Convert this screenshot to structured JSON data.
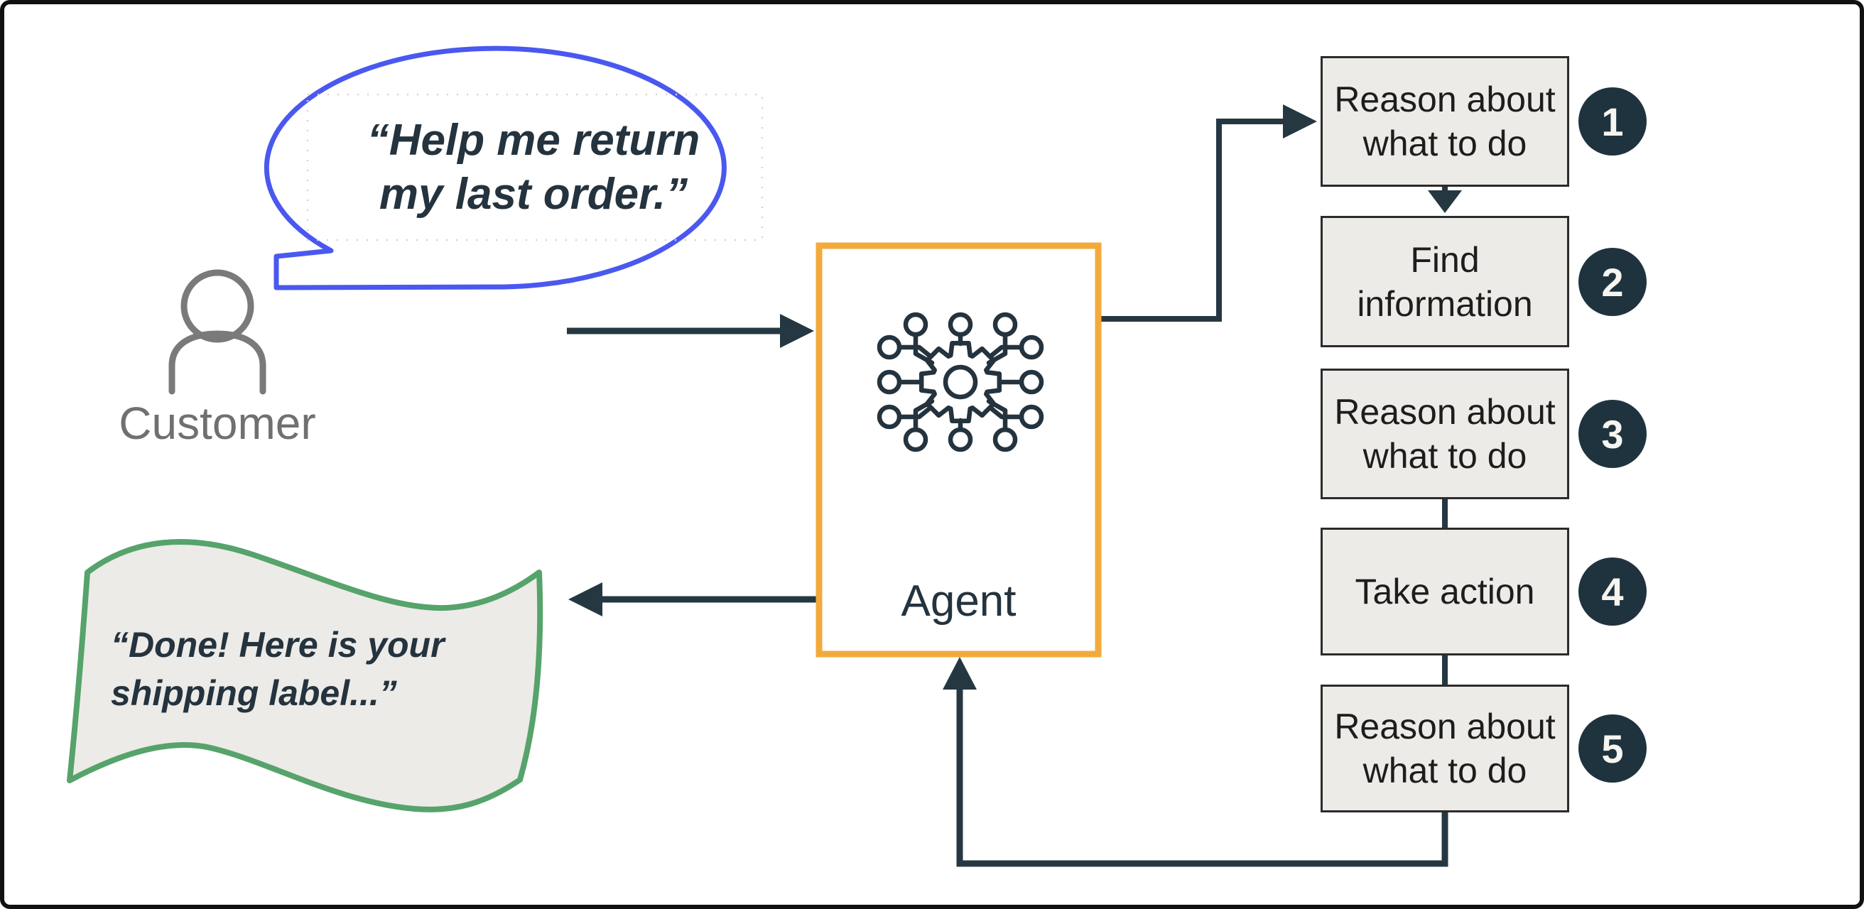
{
  "diagram": {
    "customer": {
      "label": "Customer"
    },
    "bubble": {
      "line1": "“Help me return",
      "line2": "my last order.”"
    },
    "agent": {
      "label": "Agent"
    },
    "banner": {
      "line1": "“Done! Here is your",
      "line2": "shipping label...”"
    },
    "steps": [
      {
        "number": "1",
        "line1": "Reason about",
        "line2": "what to do"
      },
      {
        "number": "2",
        "line1": "Find",
        "line2": "information"
      },
      {
        "number": "3",
        "line1": "Reason about",
        "line2": "what to do"
      },
      {
        "number": "4",
        "line1": "Take action",
        "line2": ""
      },
      {
        "number": "5",
        "line1": "Reason about",
        "line2": "what to do"
      }
    ],
    "colors": {
      "blue": "#4A58F0",
      "green": "#56A36B",
      "orange": "#F3AA3C",
      "navy": "#253842",
      "box_fill": "#ECEBE7",
      "icon_gray": "#7C7A78"
    }
  }
}
